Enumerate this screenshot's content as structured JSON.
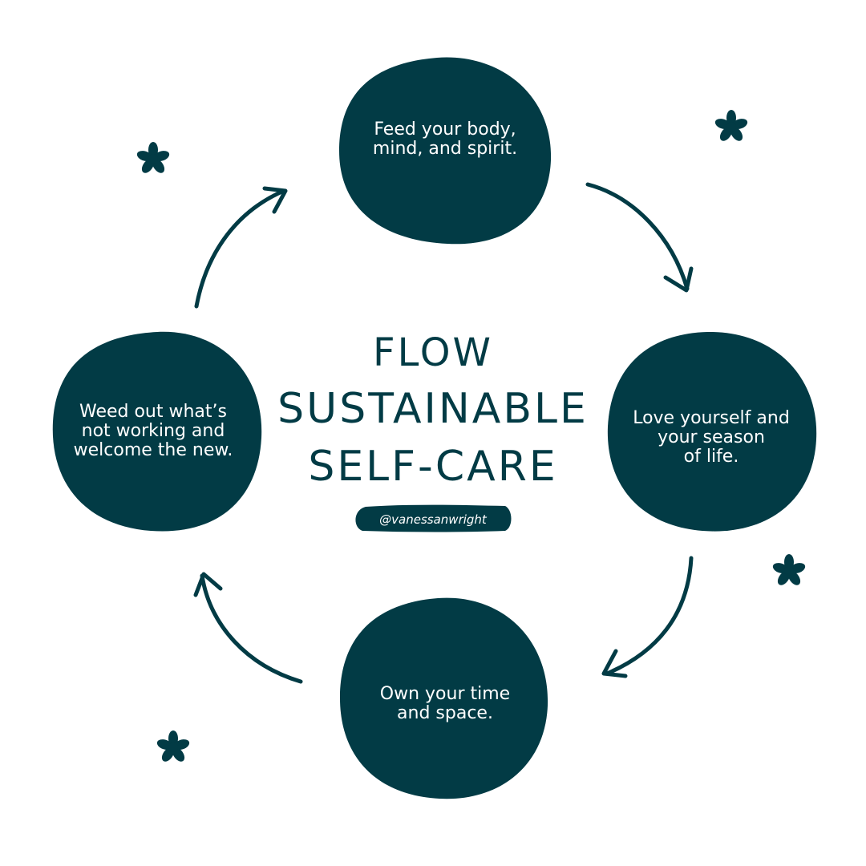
{
  "colors": {
    "primary": "#023b45",
    "background": "#ffffff",
    "text_on_primary": "#ffffff"
  },
  "title": {
    "line1": "FLOW",
    "line2": "SUSTAINABLE",
    "line3": "SELF-CARE"
  },
  "handle": "@vanessanwright",
  "steps": [
    {
      "id": "top",
      "text": "Feed your body,\nmind, and spirit."
    },
    {
      "id": "right",
      "text": "Love yourself and\nyour season\nof life."
    },
    {
      "id": "bottom",
      "text": "Own your time\nand space."
    },
    {
      "id": "left",
      "text": "Weed out what’s\nnot working and\nwelcome the new."
    }
  ],
  "decorations": [
    "flower-icon",
    "flower-icon",
    "flower-icon",
    "flower-icon"
  ],
  "arrows": [
    "arrow-top-to-right",
    "arrow-right-to-bottom",
    "arrow-bottom-to-left",
    "arrow-left-to-top"
  ]
}
